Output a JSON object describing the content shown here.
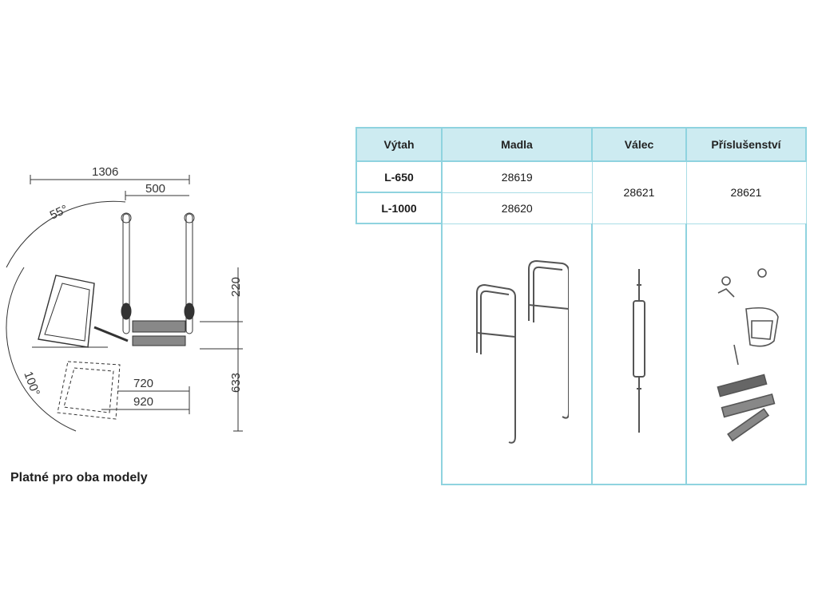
{
  "drawing": {
    "dimensions": [
      "1306",
      "500",
      "55°",
      "220",
      "633",
      "720",
      "920",
      "100°"
    ]
  },
  "caption": "Platné pro oba modely",
  "table": {
    "headers": [
      "Výtah",
      "Madla",
      "Válec",
      "Příslušenství"
    ],
    "rows": [
      {
        "model": "L-650",
        "madla": "28619"
      },
      {
        "model": "L-1000",
        "madla": "28620"
      }
    ],
    "valec": "28621",
    "prislusenstvi": "28621"
  },
  "colors": {
    "header_bg": "#cdebf1",
    "border": "#8fd3df"
  }
}
